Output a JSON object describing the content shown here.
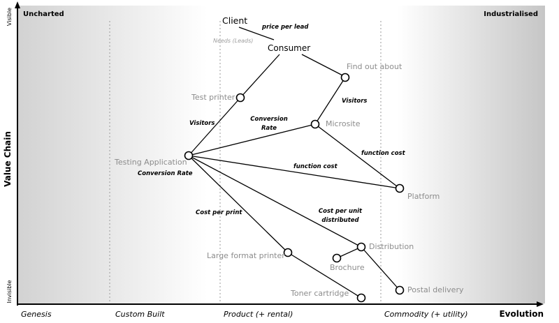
{
  "corner_left": "Uncharted",
  "corner_right": "Industrialised",
  "y_axis": {
    "label": "Value Chain",
    "top": "Visible",
    "bottom": "Invisible"
  },
  "x_axis": {
    "label": "Evolution",
    "stages": [
      "Genesis",
      "Custom Built",
      "Product (+ rental)",
      "Commodity (+ utility)"
    ]
  },
  "components": [
    {
      "id": "client",
      "label": "Client",
      "style": "dark"
    },
    {
      "id": "consumer",
      "label": "Consumer",
      "style": "dark"
    },
    {
      "id": "findout",
      "label": "Find out about",
      "style": "grey"
    },
    {
      "id": "testprinter",
      "label": "Test printer",
      "style": "grey"
    },
    {
      "id": "microsite",
      "label": "Microsite",
      "style": "grey"
    },
    {
      "id": "testingapp",
      "label": "Testing Application",
      "style": "grey"
    },
    {
      "id": "platform",
      "label": "Platform",
      "style": "grey"
    },
    {
      "id": "largeprinter",
      "label": "Large format printer",
      "style": "grey"
    },
    {
      "id": "distribution",
      "label": "Distribution",
      "style": "grey"
    },
    {
      "id": "brochure",
      "label": "Brochure",
      "style": "grey"
    },
    {
      "id": "toner",
      "label": "Toner cartridge",
      "style": "grey"
    },
    {
      "id": "postal",
      "label": "Postal delivery",
      "style": "grey"
    }
  ],
  "annotations": [
    {
      "id": "price-per-lead",
      "text": "price per lead",
      "style": "bold-italic"
    },
    {
      "id": "needs-leads",
      "text": "Needs (Leads)",
      "style": "faint-italic"
    },
    {
      "id": "visitors-1",
      "text": "Visitors",
      "style": "bold-italic"
    },
    {
      "id": "visitors-2",
      "text": "Visitors",
      "style": "bold-italic"
    },
    {
      "id": "conversion-rate-1",
      "text": "Conversion",
      "style": "bold-italic"
    },
    {
      "id": "conversion-rate-1b",
      "text": "Rate",
      "style": "bold-italic"
    },
    {
      "id": "conversion-rate-2",
      "text": "Conversion Rate",
      "style": "bold-italic"
    },
    {
      "id": "function-cost-1",
      "text": "function cost",
      "style": "bold-italic"
    },
    {
      "id": "function-cost-2",
      "text": "function cost",
      "style": "bold-italic"
    },
    {
      "id": "cost-per-print",
      "text": "Cost per print",
      "style": "bold-italic"
    },
    {
      "id": "cost-per-unit-1",
      "text": "Cost per unit",
      "style": "bold-italic"
    },
    {
      "id": "cost-per-unit-2",
      "text": "distributed",
      "style": "bold-italic"
    }
  ]
}
